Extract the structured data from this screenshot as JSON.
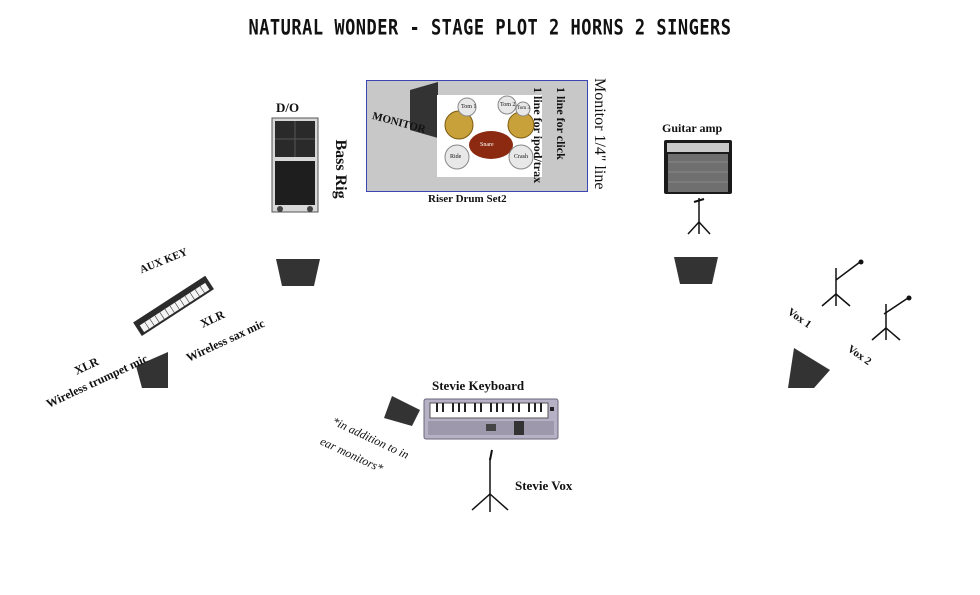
{
  "title": "NATURAL WONDER - STAGE PLOT 2 HORNS 2 SINGERS",
  "labels": {
    "do": "D/O",
    "bass_rig": "Bass Rig",
    "monitor": "MONITOR",
    "monitor_line": "Monitor 1/4\" line",
    "line_ipod": "1 line for ipod/trax",
    "line_click": "1 line for click",
    "riser": "Riser Drum Set2",
    "guitar_amp": "Guitar amp",
    "aux_key": "AUX KEY",
    "xlr_sax": "XLR",
    "sax_mic": "Wireless sax mic",
    "xlr_trumpet": "XLR",
    "trumpet_mic": "Wireless trumpet mic",
    "vox1": "Vox 1",
    "vox2": "Vox 2",
    "stevie_keyboard": "Stevie Keyboard",
    "stevie_vox": "Stevie Vox",
    "note_line1": "*in addition to in",
    "note_line2": "ear monitors*"
  },
  "drum_labels": [
    "Tom 1",
    "Tom 2",
    "Ride",
    "Snare",
    "Crash",
    "Tom 3"
  ],
  "colors": {
    "riser_fill": "#c8c8c8",
    "riser_border": "#3b46b5",
    "wedge": "#333333",
    "drum_shell": "#8b2a10",
    "cymbal": "#c9a13a"
  }
}
